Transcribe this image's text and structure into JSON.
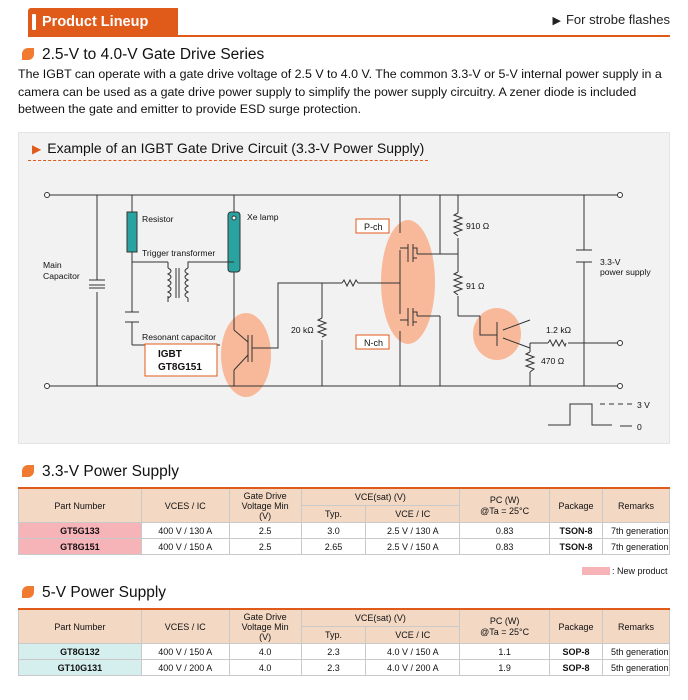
{
  "header": {
    "tab_label": "Product Lineup",
    "right_link": "For strobe flashes"
  },
  "section1": {
    "title": "2.5-V to 4.0-V Gate Drive Series",
    "paragraph": "The IGBT can operate with a gate drive voltage of 2.5 V to 4.0 V. The common 3.3-V or 5-V internal power supply in a camera can be used as a gate drive power supply to simplify the power supply circuitry. A zener diode is included between the gate and emitter to provide ESD surge protection."
  },
  "diagram": {
    "title": "Example of an IGBT Gate Drive Circuit (3.3-V Power Supply)",
    "labels": {
      "main_capacitor_1": "Main",
      "main_capacitor_2": "Capacitor",
      "resistor": "Resistor",
      "xe_lamp": "Xe lamp",
      "trigger_transformer": "Trigger transformer",
      "resonant_capacitor": "Resonant capacitor",
      "igbt_1": "IGBT",
      "igbt_2": "GT8G151",
      "r20k": "20 kΩ",
      "pch": "P-ch",
      "nch": "N-ch",
      "r910": "910 Ω",
      "r91": "91 Ω",
      "r12k": "1.2 kΩ",
      "r470": "470 Ω",
      "supply_1": "3.3-V",
      "supply_2": "power supply",
      "v3": "3 V",
      "v0": "0"
    }
  },
  "table_33v": {
    "title": "3.3-V Power Supply",
    "headers": {
      "part_number": "Part Number",
      "vces_ic": "VCES / IC",
      "gate_drive_1": "Gate Drive",
      "gate_drive_2": "Voltage Min",
      "gate_drive_3": "(V)",
      "vce_sat": "VCE(sat) (V)",
      "typ": "Typ.",
      "vce_ic": "VCE / IC",
      "pc_1": "PC (W)",
      "pc_2": "@Ta = 25°C",
      "package": "Package",
      "remarks": "Remarks"
    },
    "rows": [
      {
        "part": "GT5G133",
        "vces": "400 V / 130 A",
        "gate": "2.5",
        "typ": "3.0",
        "vce": "2.5 V / 130 A",
        "pc": "0.83",
        "pkg": "TSON-8",
        "remarks": "7th generation",
        "new": true
      },
      {
        "part": "GT8G151",
        "vces": "400 V / 150 A",
        "gate": "2.5",
        "typ": "2.65",
        "vce": "2.5 V / 150 A",
        "pc": "0.83",
        "pkg": "TSON-8",
        "remarks": "7th generation",
        "new": true
      }
    ]
  },
  "legend": {
    "new_product": ": New product",
    "new_color": "#f6b3b8"
  },
  "table_5v": {
    "title": "5-V Power Supply",
    "headers": {
      "part_number": "Part Number",
      "vces_ic": "VCES / IC",
      "gate_drive_1": "Gate Drive",
      "gate_drive_2": "Voltage Min",
      "gate_drive_3": "(V)",
      "vce_sat": "VCE(sat) (V)",
      "typ": "Typ.",
      "vce_ic": "VCE / IC",
      "pc_1": "PC (W)",
      "pc_2": "@Ta = 25°C",
      "package": "Package",
      "remarks": "Remarks"
    },
    "rows": [
      {
        "part": "GT8G132",
        "vces": "400 V / 150 A",
        "gate": "4.0",
        "typ": "2.3",
        "vce": "4.0 V / 150 A",
        "pc": "1.1",
        "pkg": "SOP-8",
        "remarks": "5th generation",
        "new": false
      },
      {
        "part": "GT10G131",
        "vces": "400 V / 200 A",
        "gate": "4.0",
        "typ": "2.3",
        "vce": "4.0 V / 200 A",
        "pc": "1.9",
        "pkg": "SOP-8",
        "remarks": "5th generation",
        "new": false
      }
    ]
  },
  "colors": {
    "accent": "#e05a1a",
    "header_cell": "#f3d8c4",
    "new_part_cell": "#f6b3b8",
    "part_cell_5v": "#d5eeee",
    "highlight": "#f8b99a"
  }
}
